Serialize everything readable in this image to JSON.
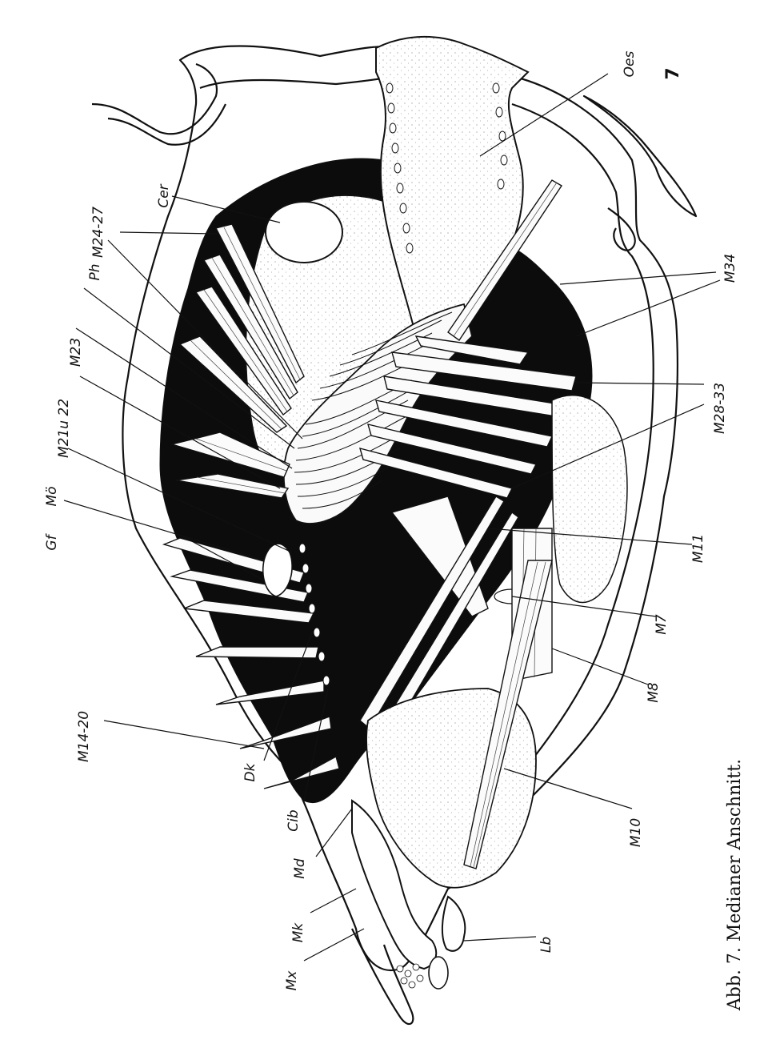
{
  "figure": {
    "number": "7",
    "caption": "Abb. 7. Medianer Anschnitt."
  },
  "labels": {
    "oes": "Oes",
    "cer": "Cer",
    "m24_27": "M24-27",
    "ph": "Ph",
    "m23": "M23",
    "m21u22": "M21u 22",
    "mo": "Mö",
    "gf": "Gf",
    "m14_20": "M14-20",
    "dk": "Dk",
    "cib": "Cib",
    "md": "Md",
    "mk": "Mk",
    "mx": "Mx",
    "lb": "Lb",
    "m10": "M10",
    "m8": "M8",
    "m7": "M7",
    "m11": "M11",
    "m28_33": "M28-33",
    "m34": "M34"
  }
}
